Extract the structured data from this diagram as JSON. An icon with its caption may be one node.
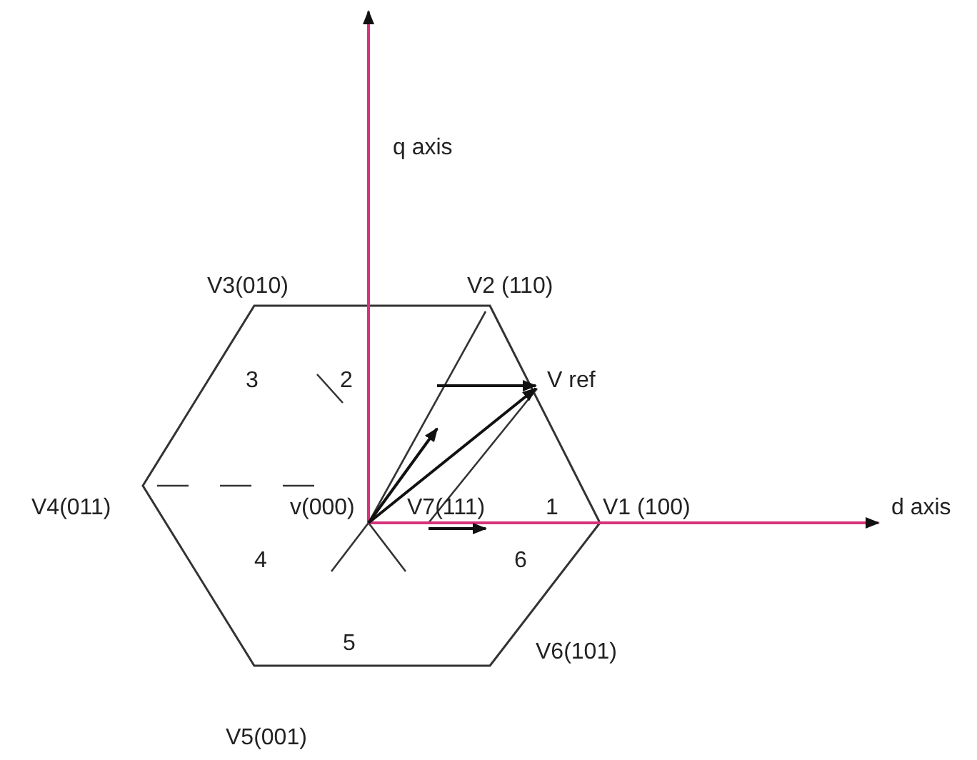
{
  "diagram": {
    "labels": [
      "q axis",
      "V3(010)",
      "V2 (110)",
      "3",
      "2",
      "V ref",
      "V4(011)",
      "v(000)",
      "V7(111)",
      "1",
      "V1 (100)",
      "d axis",
      "4",
      "6",
      "5",
      "V6(101)",
      "V5(001)"
    ]
  }
}
